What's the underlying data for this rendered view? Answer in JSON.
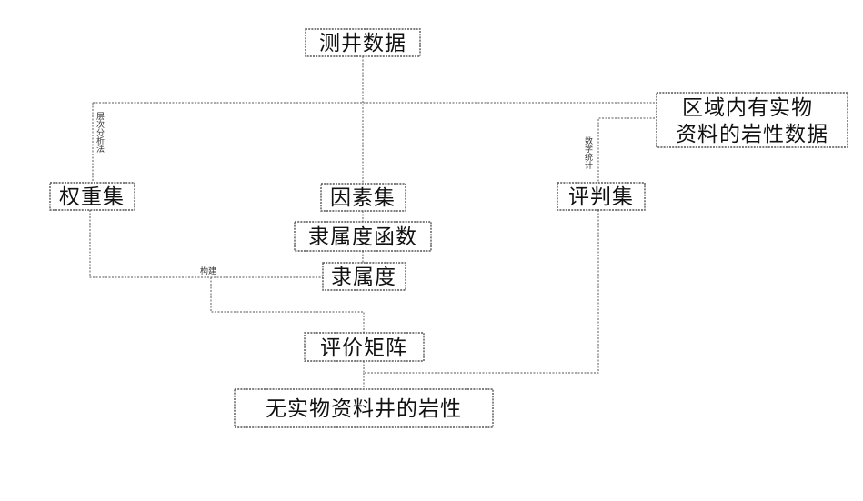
{
  "nodes": {
    "well_log_data": "测井数据",
    "regional_core_lithology_line1": "区域内有实物",
    "regional_core_lithology_line2": "资料的岩性数据",
    "weight_set": "权重集",
    "factor_set": "因素集",
    "evaluation_set": "评判集",
    "membership_function": "隶属度函数",
    "membership_degree": "隶属度",
    "evaluation_matrix": "评价矩阵",
    "result_lithology": "无实物资料井的岩性"
  },
  "edge_labels": {
    "analytic_hierarchy_process": "层次分析法",
    "mathematical_statistics": "数学统计",
    "compose": "构建"
  }
}
